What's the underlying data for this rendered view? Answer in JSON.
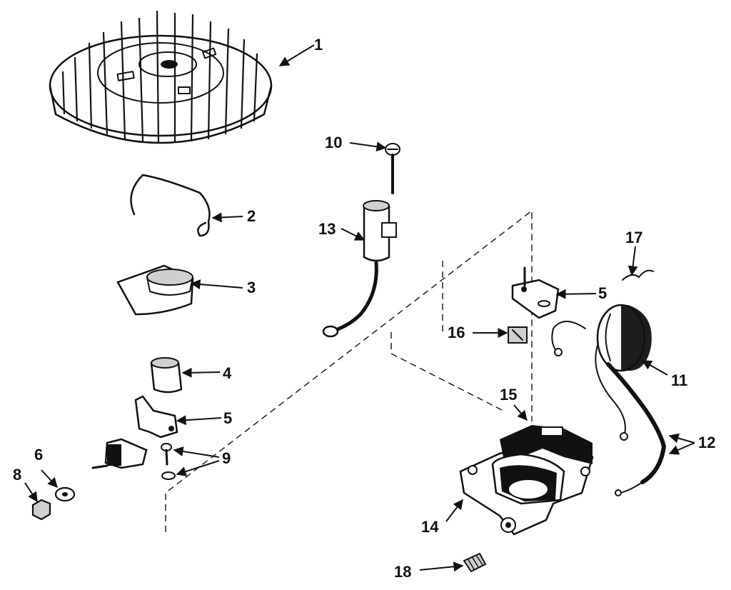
{
  "diagram": {
    "parts": [
      {
        "id": "flywheel",
        "number": "1"
      },
      {
        "id": "spring-clip",
        "number": "2"
      },
      {
        "id": "dust-cover",
        "number": "3"
      },
      {
        "id": "cam-bushing",
        "number": "4"
      },
      {
        "id": "breaker-arm-left",
        "number": "5"
      },
      {
        "id": "washer-left",
        "number": "6"
      },
      {
        "id": "nut",
        "number": "8"
      },
      {
        "id": "screw-washer-left",
        "number": "9"
      },
      {
        "id": "top-screw",
        "number": "10"
      },
      {
        "id": "ignition-coil",
        "number": "11"
      },
      {
        "id": "lead-wires",
        "number": "12"
      },
      {
        "id": "condenser",
        "number": "13"
      },
      {
        "id": "stator-plate",
        "number": "14"
      },
      {
        "id": "plate-bracket",
        "number": "15"
      },
      {
        "id": "terminal-clip",
        "number": "16"
      },
      {
        "id": "small-spring",
        "number": "17"
      },
      {
        "id": "set-screw",
        "number": "18"
      },
      {
        "id": "breaker-arm-right",
        "number": "5"
      }
    ]
  }
}
